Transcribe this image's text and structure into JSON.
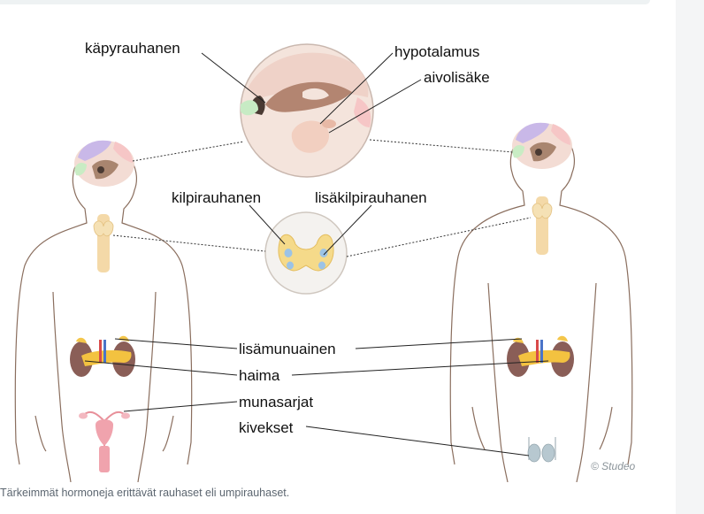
{
  "labels": {
    "pineal": "käpyrauhanen",
    "hypothalamus": "hypotalamus",
    "pituitary": "aivolisäke",
    "thyroid": "kilpirauhanen",
    "parathyroid": "lisäkilpirauhanen",
    "adrenal": "lisämunuainen",
    "pancreas": "haima",
    "ovaries": "munasarjat",
    "testes": "kivekset"
  },
  "credit": "© Studeo",
  "caption": "Tärkeimmät hormoneja erittävät rauhaset eli umpirauhaset."
}
